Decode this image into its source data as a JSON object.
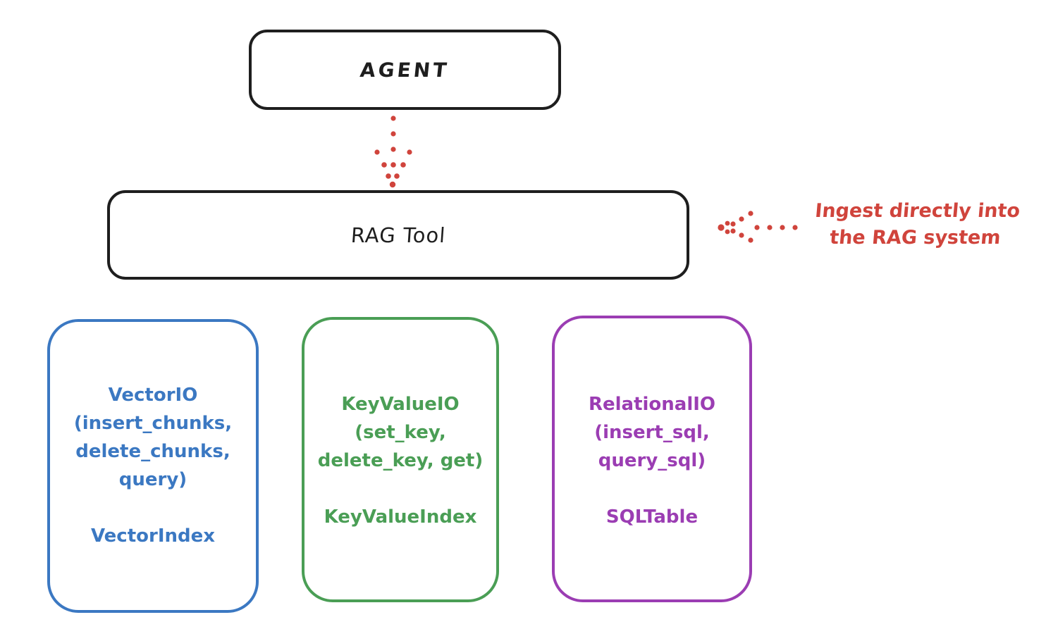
{
  "agent_box": {
    "label": "AGENT",
    "border_color": "#1e1e1e"
  },
  "rag_tool_box": {
    "label": "RAG Tool",
    "border_color": "#1e1e1e"
  },
  "arrows": {
    "agent_to_rag_tool": {
      "style": "dotted",
      "direction": "down",
      "color": "#d0443c"
    },
    "ingest_into_rag": {
      "style": "dotted",
      "direction": "left",
      "color": "#d0443c"
    }
  },
  "annotation": {
    "line1": "Ingest directly into",
    "line2": "the RAG system",
    "color": "#d0443c"
  },
  "backends": [
    {
      "name": "vector-io",
      "color": "#3b78c2",
      "lines": [
        "VectorIO",
        "(insert_chunks,",
        "delete_chunks,",
        "query)"
      ],
      "index_label": "VectorIndex"
    },
    {
      "name": "keyvalue-io",
      "color": "#4a9e55",
      "lines": [
        "KeyValueIO",
        "(set_key,",
        "delete_key, get)"
      ],
      "index_label": "KeyValueIndex"
    },
    {
      "name": "relational-io",
      "color": "#9b3db3",
      "lines": [
        "RelationalIO",
        "(insert_sql,",
        "query_sql)"
      ],
      "index_label": "SQLTable"
    }
  ]
}
